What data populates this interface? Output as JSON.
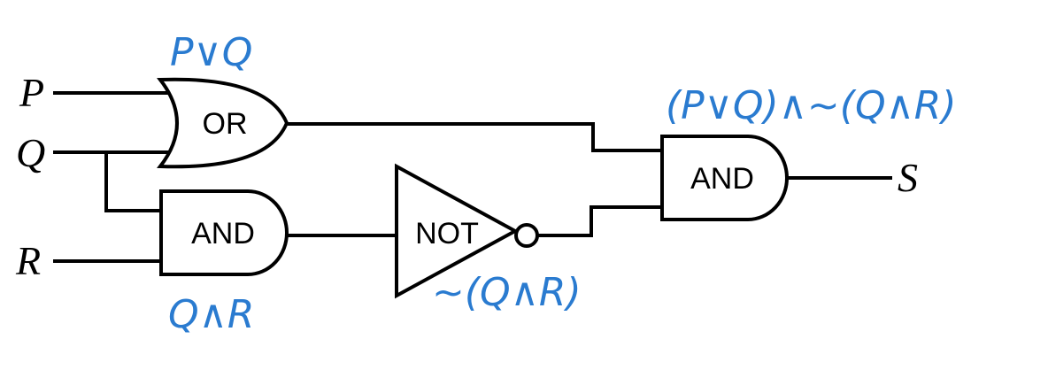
{
  "colors": {
    "expression": "#2a7bd0",
    "line": "#000000",
    "background": "#ffffff"
  },
  "inputs": {
    "p": "P",
    "q": "Q",
    "r": "R"
  },
  "output": "S",
  "gates": {
    "or_gate": "OR",
    "and_gate_lower": "AND",
    "not_gate": "NOT",
    "and_gate_final": "AND"
  },
  "expressions": {
    "or_output": "P∨Q",
    "and_output": "Q∧R",
    "not_output": "~(Q∧R)",
    "final": "(P∨Q)∧~(Q∧R)"
  }
}
